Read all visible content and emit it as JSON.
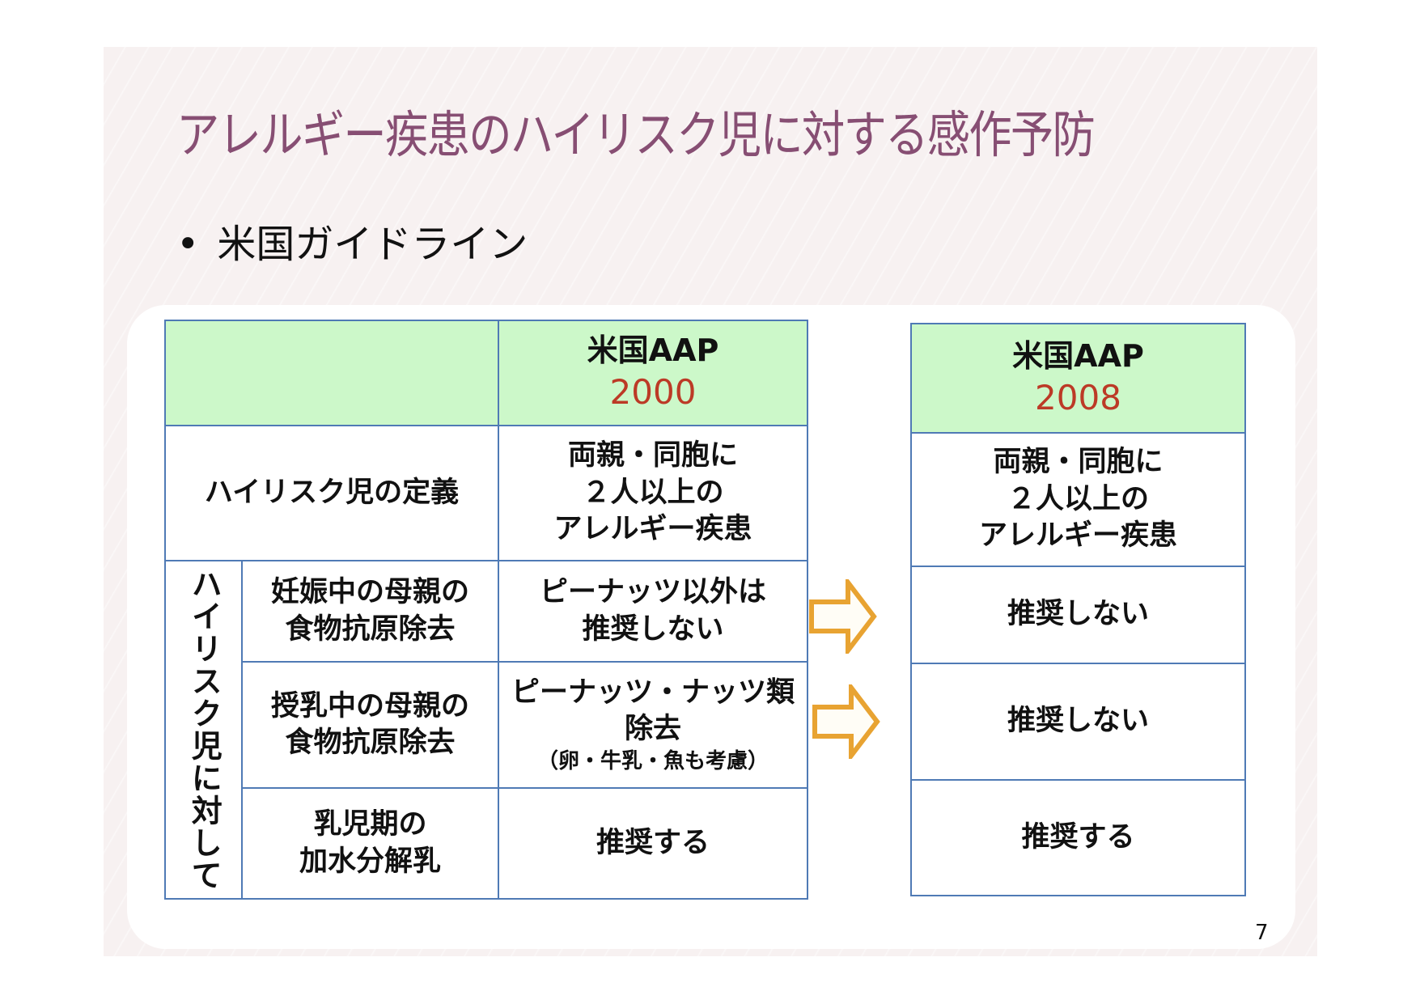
{
  "slide": {
    "title": "アレルギー疾患のハイリスク児に対する感作予防",
    "bullet": "米国ガイドライン",
    "page_number": "7"
  },
  "colors": {
    "title": "#874e73",
    "header_fill": "#ccf8c9",
    "border": "#4f7ab5",
    "year": "#bc3a26",
    "emphasis_red": "#c62a2a",
    "arrow": "#e8a332"
  },
  "table_2000": {
    "header": {
      "org": "米国AAP",
      "year": "2000"
    },
    "definition": {
      "label": "ハイリスク児の定義",
      "value": [
        "両親・同胞に",
        "２人以上の",
        "アレルギー疾患"
      ]
    },
    "group_label": "ハイリスク児に対して",
    "rows": [
      {
        "label": [
          "妊娠中の母親の",
          "食物抗原除去"
        ],
        "value": [
          "ピーナッツ以外は",
          "推奨しない"
        ],
        "note": ""
      },
      {
        "label": [
          "授乳中の母親の",
          "食物抗原除去"
        ],
        "value": [
          "ピーナッツ・ナッツ類",
          "除去"
        ],
        "note": "（卵・牛乳・魚も考慮）"
      },
      {
        "label": [
          "乳児期の",
          "加水分解乳"
        ],
        "value": [
          "推奨する"
        ],
        "note": ""
      }
    ]
  },
  "table_2008": {
    "header": {
      "org": "米国AAP",
      "year": "2008"
    },
    "definition": [
      "両親・同胞に",
      "２人以上の",
      "アレルギー疾患"
    ],
    "rows": [
      "推奨しない",
      "推奨しない",
      "推奨する"
    ]
  },
  "icons": {
    "arrow_1": "right-arrow-icon",
    "arrow_2": "right-arrow-icon"
  }
}
